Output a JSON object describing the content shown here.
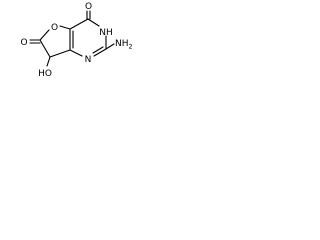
{
  "molecule": {
    "atoms": {
      "o_top": "O",
      "o_left_carbonyl": "O",
      "o_ring": "O",
      "nh": "NH",
      "nh2": "NH",
      "nh2_sub": "2",
      "n_ring": "N",
      "ho": "HO"
    },
    "colors": {
      "bond": "#000000",
      "label": "#000000",
      "background": "#ffffff"
    }
  }
}
